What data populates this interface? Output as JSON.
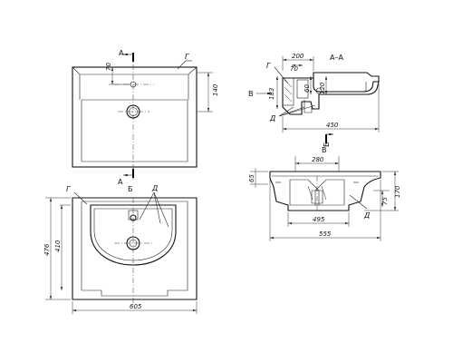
{
  "labels": {
    "section_a_top": "А",
    "section_a_bottom": "А",
    "section_title": "А–А",
    "view_b_arrow": "В",
    "view_b_title": "В",
    "view_b_section_arrow": "Б",
    "section_b_arrow": "Б",
    "g_top": "Г",
    "g_side": "Г",
    "g_front": "Г",
    "d_side": "Д",
    "d_front": "Д",
    "d_view_b": "Д"
  },
  "dimensions": {
    "top_hole_offset": "70",
    "top_depth": "140",
    "side_overall_depth": "200",
    "side_inner_offset": "70",
    "side_height_183": "183",
    "side_60": "60",
    "side_120": "120",
    "side_length": "450",
    "front_height_476": "476",
    "front_height_410": "410",
    "front_width": "605",
    "view_b_280": "280",
    "view_b_65": "65",
    "view_b_170": "170",
    "view_b_495": "495",
    "view_b_555": "555",
    "view_b_75": "75"
  }
}
